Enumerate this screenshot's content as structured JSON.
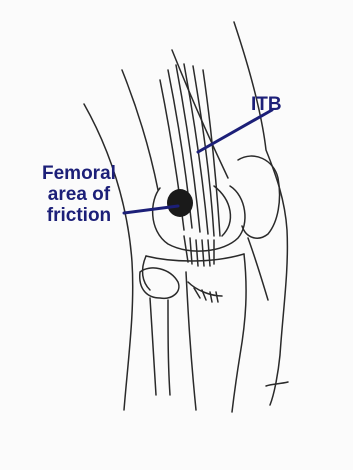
{
  "labels": {
    "itb": "ITB",
    "femoral": [
      "Femoral",
      "area of",
      "friction"
    ]
  },
  "colors": {
    "label": "#1c1f78",
    "leader": "#1c1f78",
    "ink": "#2a2a2a",
    "background": "#fbfbfb"
  }
}
